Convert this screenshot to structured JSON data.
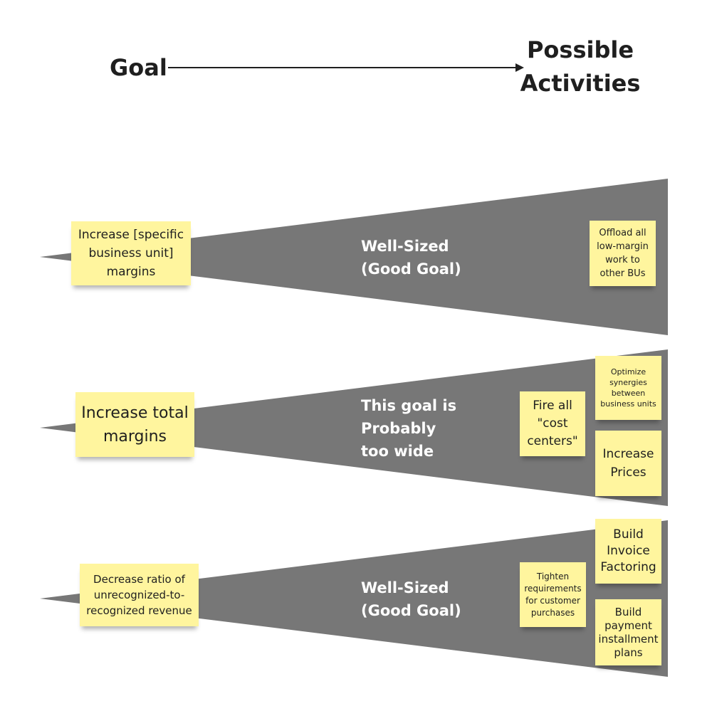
{
  "header": {
    "goal": "Goal",
    "activities": "Possible\nActivities"
  },
  "colors": {
    "wedge": "#777777",
    "sticky_note": "#fff59e",
    "text_dark": "#1f1f1f",
    "text_light": "#ffffff"
  },
  "rows": [
    {
      "goal_note": "Increase [specific business unit] margins",
      "verdict": "Well-Sized\n(Good Goal)",
      "activities": [
        "Offload all low-margin work to other BUs"
      ]
    },
    {
      "goal_note": "Increase total margins",
      "verdict": "This goal is\nProbably\ntoo wide",
      "activities": [
        "Fire all \"cost centers\"",
        "Optimize synergies between business units",
        "Increase Prices"
      ]
    },
    {
      "goal_note": "Decrease ratio of unrecognized-to-recognized revenue",
      "verdict": "Well-Sized\n(Good Goal)",
      "activities": [
        "Tighten requirements for customer purchases",
        "Build Invoice Factoring",
        "Build payment installment plans"
      ]
    }
  ]
}
